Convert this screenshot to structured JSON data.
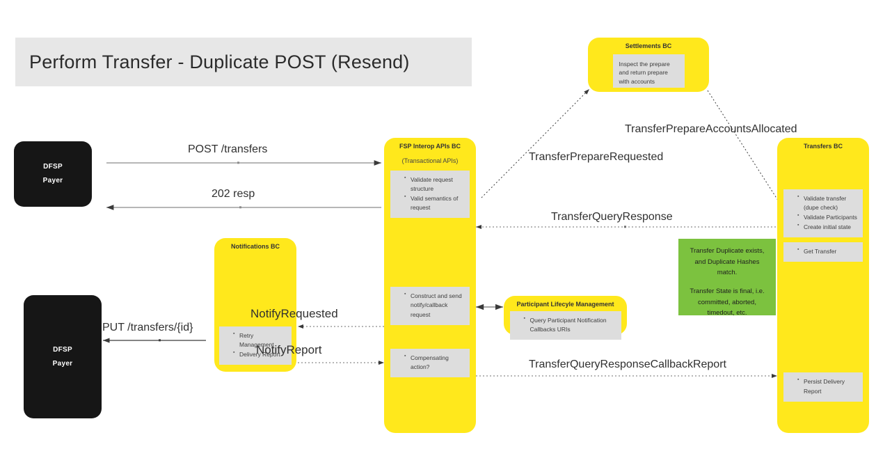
{
  "title": "Perform Transfer - Duplicate POST (Resend)",
  "colors": {
    "bc_yellow": "#ffe81c",
    "note_gray": "#dddddd",
    "decision_green": "#7cc23f",
    "actor_black": "#161616",
    "banner_gray": "#e7e7e7"
  },
  "actors": {
    "payer_top": {
      "line1": "DFSP",
      "line2": "Payer"
    },
    "payer_bottom": {
      "line1": "DFSP",
      "line2": "Payer"
    }
  },
  "lanes": {
    "fsp_interop": {
      "title": "FSP Interop APIs BC",
      "subtitle": "(Transactional APIs)",
      "note_validate": [
        "Validate request structure",
        "Valid semantics of request"
      ],
      "note_construct": [
        "Construct and send notify/callback request"
      ],
      "note_compensate": [
        "Compensating action?"
      ]
    },
    "settlements": {
      "title": "Settlements BC",
      "note": "Inspect the prepare and return prepare with accounts"
    },
    "transfers": {
      "title": "Transfers BC",
      "note_validate": [
        "Validate transfer (dupe check)",
        "Validate Participants",
        "Create initial state"
      ],
      "note_get": [
        "Get Transfer"
      ],
      "note_persist": [
        "Persist Delivery Report"
      ]
    },
    "notifications": {
      "title": "Notifications BC",
      "note": [
        "Retry Management",
        "Delivery Report"
      ]
    },
    "participant_lifecycle": {
      "title": "Participant Lifecyle Management",
      "note": [
        "Query Participant Notification Callbacks URIs"
      ]
    }
  },
  "decision_note": {
    "line1": "Transfer Duplicate exists, and Duplicate Hashes match.",
    "line2": "Transfer State is final, i.e. committed, aborted, timedout, etc."
  },
  "edges": {
    "post_transfers": "POST /transfers",
    "resp_202": "202 resp",
    "put_transfers_id": "PUT /transfers/{id}",
    "transfer_prepare_requested": "TransferPrepareRequested",
    "transfer_prepare_accounts_allocated": "TransferPrepareAccountsAllocated",
    "transfer_query_response": "TransferQueryResponse",
    "notify_requested": "NotifyRequested",
    "notify_report": "NotifyReport",
    "transfer_query_response_callback_report": "TransferQueryResponseCallbackReport"
  }
}
